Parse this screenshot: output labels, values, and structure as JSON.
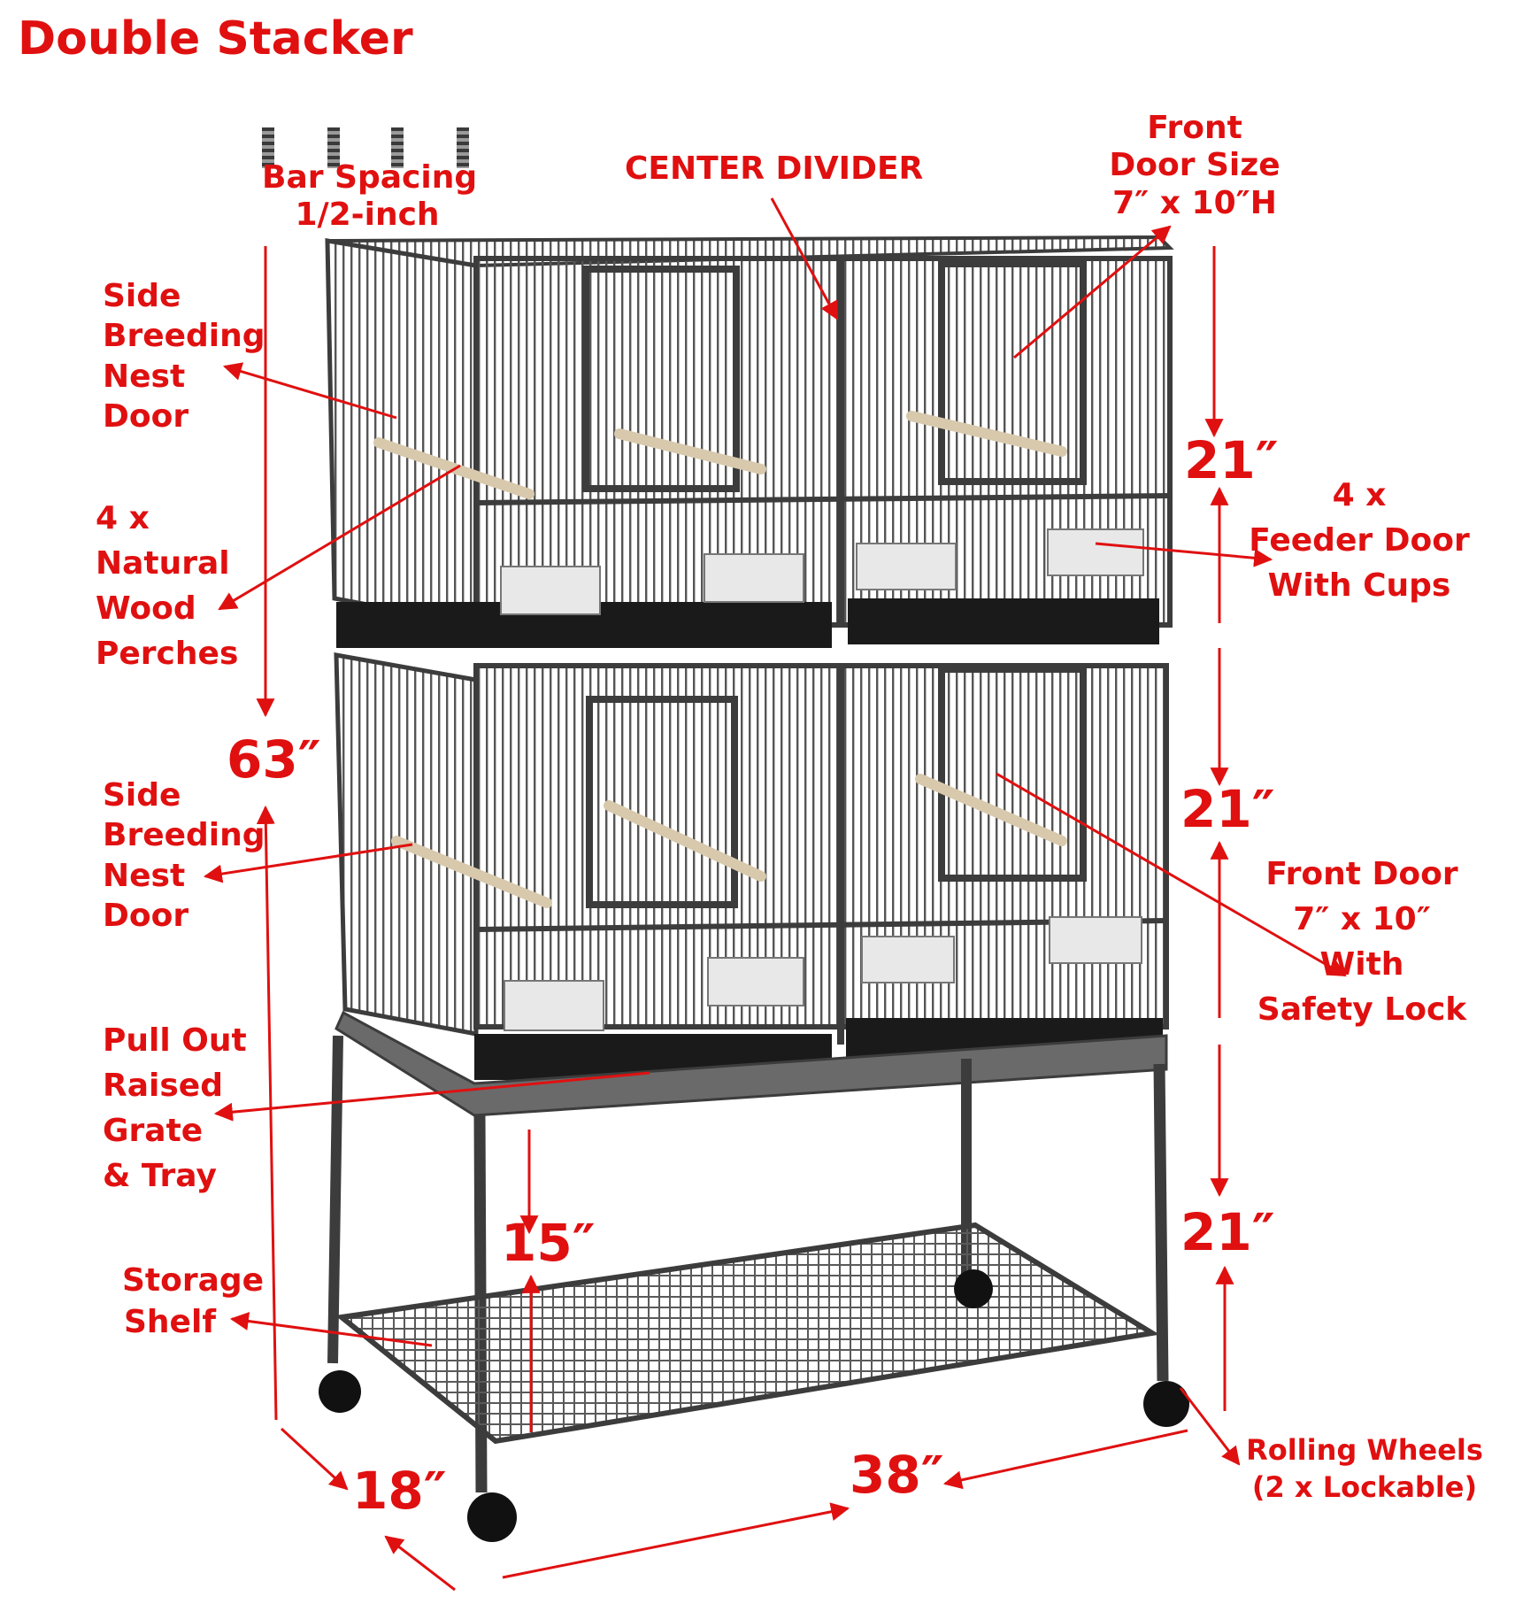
{
  "title": "Double Stacker",
  "colors": {
    "annotation": "#e01010",
    "frame": "#3c3c3c",
    "wire": "#555555",
    "perch": "#d8c9ad",
    "cup": "#e8e8e8",
    "background": "#ffffff"
  },
  "labels": {
    "bar_spacing": [
      "Bar Spacing",
      "1/2-inch"
    ],
    "center_divider": "CENTER DIVIDER",
    "front_door_size": [
      "Front",
      "Door Size",
      "7″ x 10″H"
    ],
    "side_nest_door_top": [
      "Side",
      "Breeding",
      "Nest",
      "Door"
    ],
    "perches": [
      "4 x",
      "Natural",
      "Wood",
      "Perches"
    ],
    "side_nest_door_bottom": [
      "Side",
      "Breeding",
      "Nest",
      "Door"
    ],
    "pull_out": [
      "Pull Out",
      "Raised",
      "Grate",
      "& Tray"
    ],
    "storage_shelf": [
      "Storage",
      "Shelf"
    ],
    "feeder_door": [
      "4 x",
      "Feeder Door",
      "With Cups"
    ],
    "front_door_lock": [
      "Front Door",
      "7″ x 10″",
      "With",
      "Safety Lock"
    ],
    "rolling_wheels": [
      "Rolling Wheels",
      "(2 x Lockable)"
    ]
  },
  "dimensions": {
    "height_total": "63″",
    "top_section": "21″",
    "middle_section": "21″",
    "stand_section": "21″",
    "shelf_clearance": "15″",
    "depth": "18″",
    "width": "38″"
  }
}
